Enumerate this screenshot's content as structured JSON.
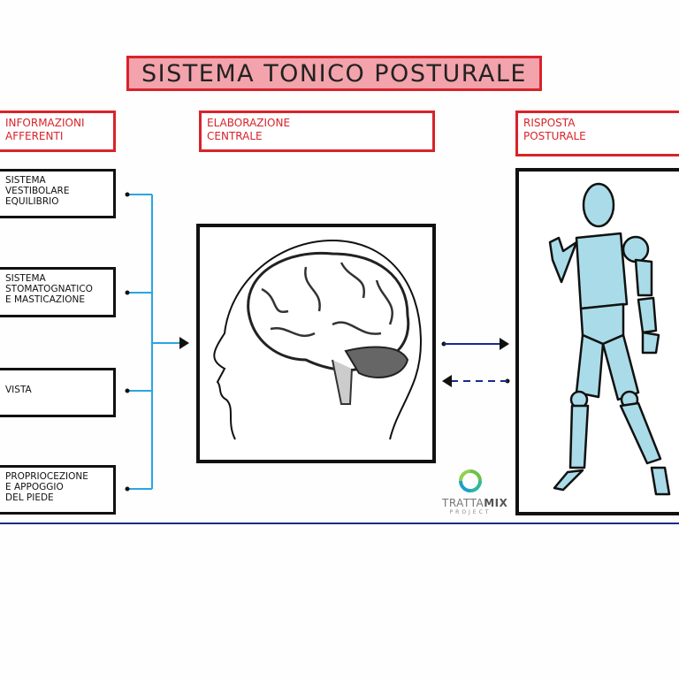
{
  "title": "SISTEMA TONICO POSTURALE",
  "columns": {
    "input": {
      "header": "INFORMAZIONI\nAFFERENTI",
      "items": [
        {
          "label": "SISTEMA\nVESTIBOLARE\nEQUILIBRIO"
        },
        {
          "label": "SISTEMA\nSTOMATOGNATICO\nE MASTICAZIONE"
        },
        {
          "label": "VISTA"
        },
        {
          "label": "PROPRIOCEZIONE\nE APPOGGIO\nDEL PIEDE"
        }
      ]
    },
    "center": {
      "header": "ELABORAZIONE\nCENTRALE"
    },
    "output": {
      "header": "RISPOSTA\nPOSTURALE"
    }
  },
  "logo": {
    "name_light": "TRATTA",
    "name_bold": "MIX",
    "sub": "PROJECT"
  },
  "colors": {
    "title_fill": "#f3a3ab",
    "header_red": "#d8232a",
    "connector_blue": "#2aa6e0",
    "arrow_navy": "#1a2a8a",
    "figure_blue": "#a9dce8"
  }
}
